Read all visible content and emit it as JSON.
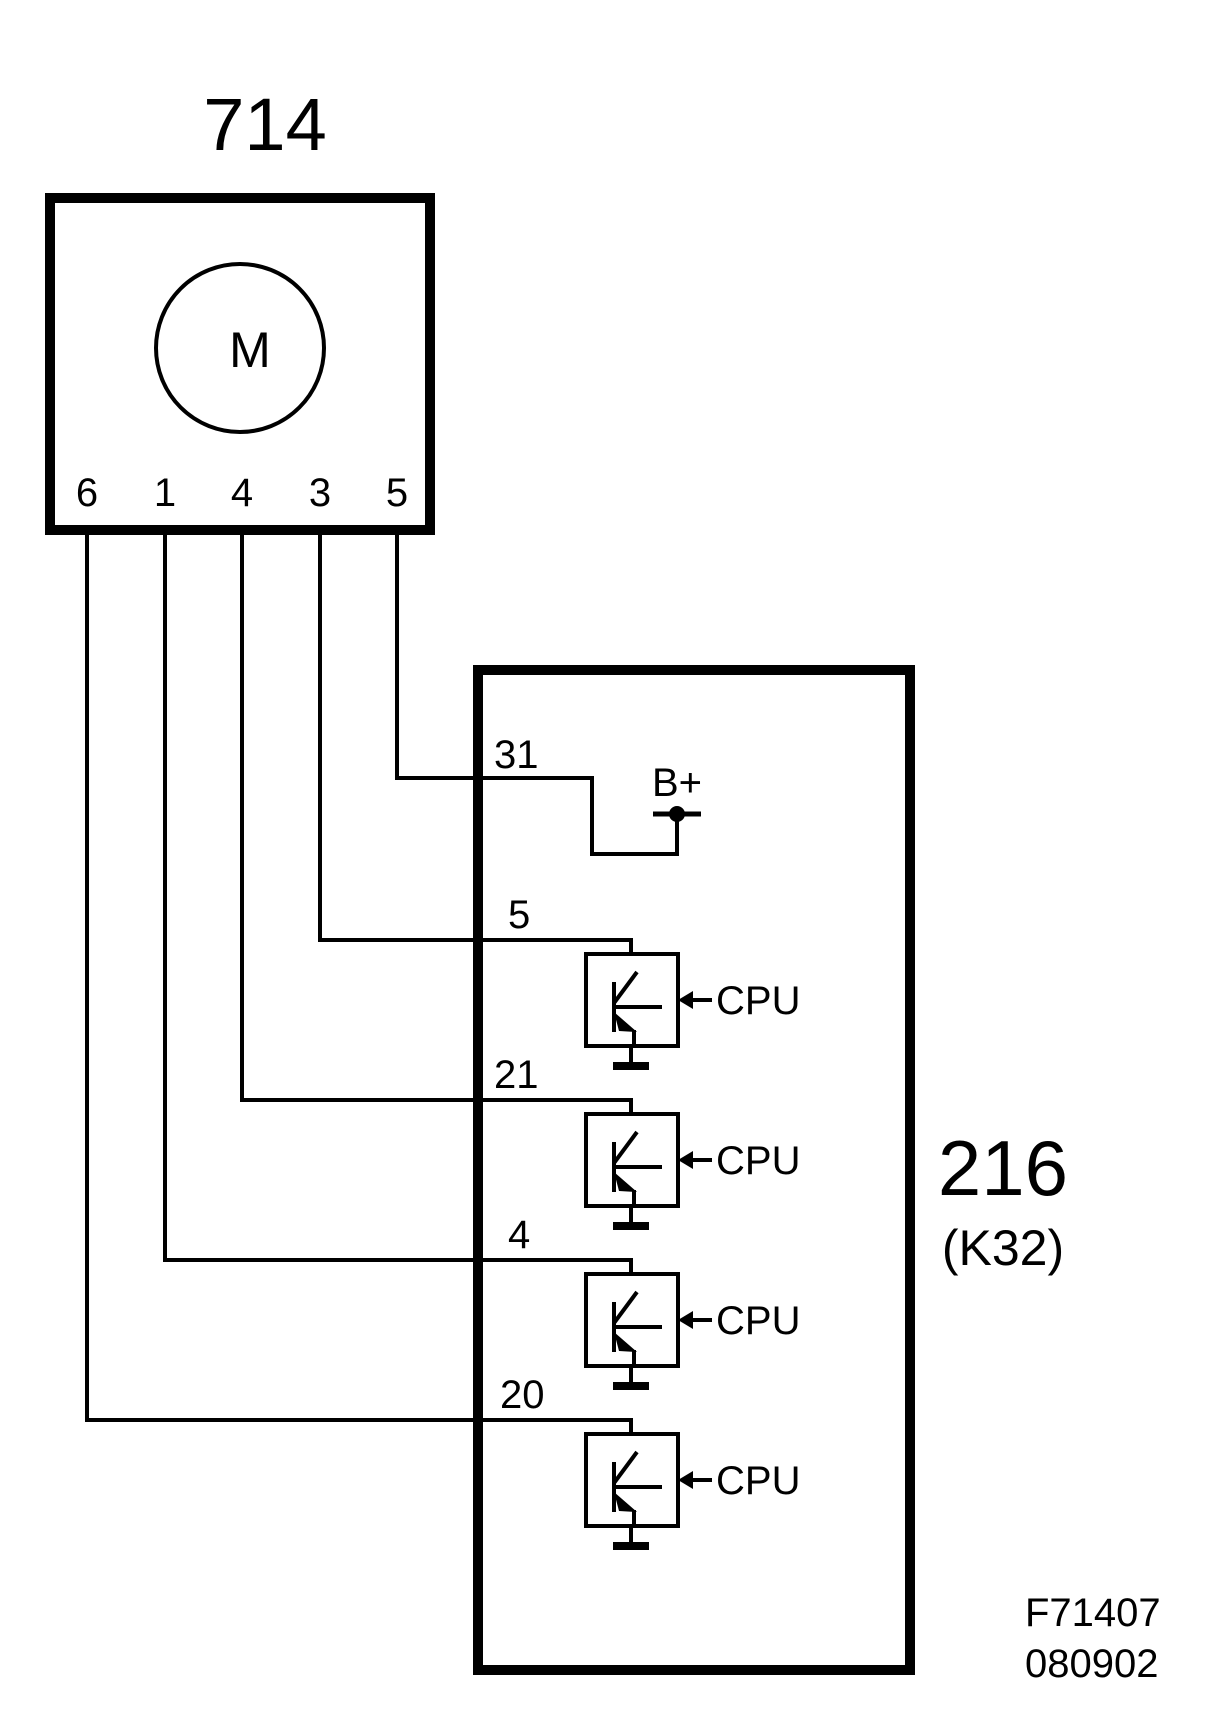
{
  "motor_unit": {
    "id": "714",
    "motor_symbol": "M",
    "pins": [
      "6",
      "1",
      "4",
      "3",
      "5"
    ]
  },
  "control_module": {
    "id": "216",
    "subtitle": "(K32)",
    "supply_label": "B+",
    "pins": [
      "31",
      "5",
      "21",
      "4",
      "20"
    ],
    "drivers": [
      {
        "input_label": "CPU"
      },
      {
        "input_label": "CPU"
      },
      {
        "input_label": "CPU"
      },
      {
        "input_label": "CPU"
      }
    ]
  },
  "footer": {
    "figure_code": "F71407",
    "date_code": "080902"
  }
}
